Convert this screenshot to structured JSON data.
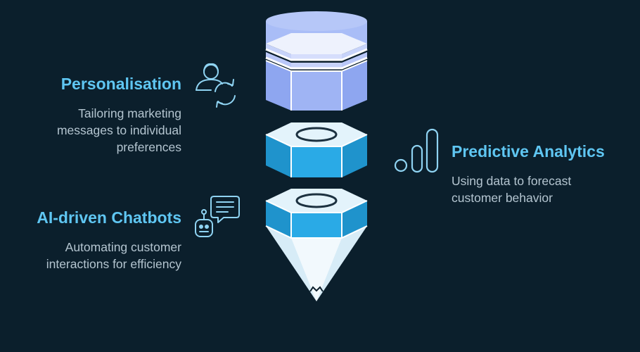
{
  "items": [
    {
      "title": "Personalisation",
      "description": [
        "Tailoring marketing",
        "messages to individual",
        "preferences"
      ],
      "icon": "user-sync-icon"
    },
    {
      "title": "Predictive Analytics",
      "description": [
        "Using data to forecast",
        "customer behavior"
      ],
      "icon": "bar-chart-icon"
    },
    {
      "title": "AI-driven Chatbots",
      "description": [
        "Automating customer",
        "interactions for efficiency"
      ],
      "icon": "chatbot-icon"
    }
  ],
  "colors": {
    "background": "#0b1f2c",
    "title": "#5fc6f2",
    "text": "#b4c5d0",
    "icon": "#8fd3f2",
    "top_segment": "#8ea6f0",
    "middle_segments": "#2aaae6",
    "tip": "#e6f4fb"
  }
}
